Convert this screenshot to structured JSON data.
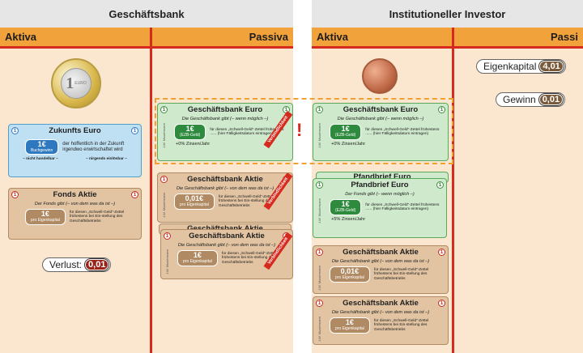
{
  "sections": {
    "left_title": "Geschäftsbank",
    "right_title": "Institutioneller Investor"
  },
  "columns": {
    "aktiva": "Aktiva",
    "passiva": "Passiva",
    "aktiva_right": "Aktiva",
    "passiva_right": "Passi"
  },
  "coins": {
    "one_euro_text": "1",
    "one_euro_euro": "EURO"
  },
  "zukunfts": {
    "num": "1",
    "title": "Zukunfts Euro",
    "value": "1€",
    "unit": "Buchgewinn",
    "text": "der hoffentlich in der Zukunft irgendwo erwirtschaftet wird",
    "foot_left": "– nicht handelbar –",
    "foot_right": "– nirgends einlösbar –"
  },
  "fonds_aktie": {
    "num": "1",
    "title": "Fonds Aktie",
    "sub": "Der Fonds gibt (– von dem was da ist –)",
    "value": "1€",
    "unit": "pro Eigenkapital",
    "small": "für diesen „Schwell-Geld“-Zettel frühestens bei Ein-stellung des Geschäftsbetriebs"
  },
  "verlust": {
    "label": "Verlust:",
    "value": "0,01"
  },
  "gb_euro_left": {
    "num": "1",
    "title": "Geschäftsbank Euro",
    "sub": "Die Geschäftsbank gibt (– wenn möglich –)",
    "value": "1€",
    "unit": "(EZB-Geld)",
    "small": "für diesen „Schwell-Geld“-Zettel frühestens ...... (hier Fälligkeitsdatum eintragen)",
    "foot": "+0% Zinsen/Jahr",
    "ribbon": "Verbindlichkeit"
  },
  "exclaim": "!",
  "gb_aktie_1": {
    "num": "1",
    "title": "Geschäftsbank Aktie",
    "sub": "Die Geschäftsbank gibt (– von dem was da ist –)",
    "value": "0,01€",
    "unit": "pro Eigenkapital",
    "small": "für diesen „Schwell-Geld“-Zettel frühestens bei Ein-stellung des Geschäftsbetriebs",
    "ribbon": "Verbindlichkeit"
  },
  "gb_aktie_2": {
    "num": "1",
    "title": "Geschäftsbank Aktie",
    "sub": "Die Geschäftsbank gibt (– von dem was da ist –)",
    "value": "1€",
    "unit": "pro Eigenkapital",
    "small": "für diesen „Schwell-Geld“-Zettel frühestens bei Ein-stellung des Geschäftsbetriebs",
    "ribbon": "Verbindlichkeit"
  },
  "gb_euro_right": {
    "num": "1",
    "title": "Geschäftsbank Euro",
    "sub": "Die Geschäftsbank gibt (– wenn möglich –)",
    "value": "1€",
    "unit": "(EZB-Geld)",
    "small": "für diesen „Schwell-Geld“-Zettel frühestens ...... (hier Fälligkeitsdatum eintragen)",
    "foot": "+0% Zinsen/Jahr"
  },
  "pfandbrief": {
    "num": "1",
    "title": "Pfandbrief Euro",
    "behind_title": "Pfandbrief Euro",
    "sub": "Der Fonds gibt (– wenn möglich –)",
    "value": "1€",
    "unit": "(EZB-Geld)",
    "small": "für diesen „Schwell-Geld“-Zettel frühestens ...... (hier Fälligkeitsdatum eintragen)",
    "foot": "+5% Zinsen/Jahr"
  },
  "gb_aktie_r1": {
    "num": "1",
    "title": "Geschäftsbank Aktie",
    "sub": "Die Geschäftsbank gibt (– von dem was da ist –)",
    "value": "0,01€",
    "unit": "pro Eigenkapital",
    "small": "für diesen „Schwell-Geld“-Zettel frühestens bei Ein-stellung des Geschäftsbetriebs"
  },
  "gb_aktie_r2": {
    "num": "1",
    "title": "Geschäftsbank Aktie",
    "sub": "Die Geschäftsbank gibt (– von dem was da ist –)",
    "value": "1€",
    "unit": "pro Eigenkapital",
    "small": "für diesen „Schwell-Geld“-Zettel frühestens bei Ein-stellung des Geschäftsbetriebs"
  },
  "eigenkapital": {
    "label": "Eigenkapital",
    "value": "4,01"
  },
  "gewinn": {
    "label": "Gewinn",
    "value": "0,01"
  }
}
